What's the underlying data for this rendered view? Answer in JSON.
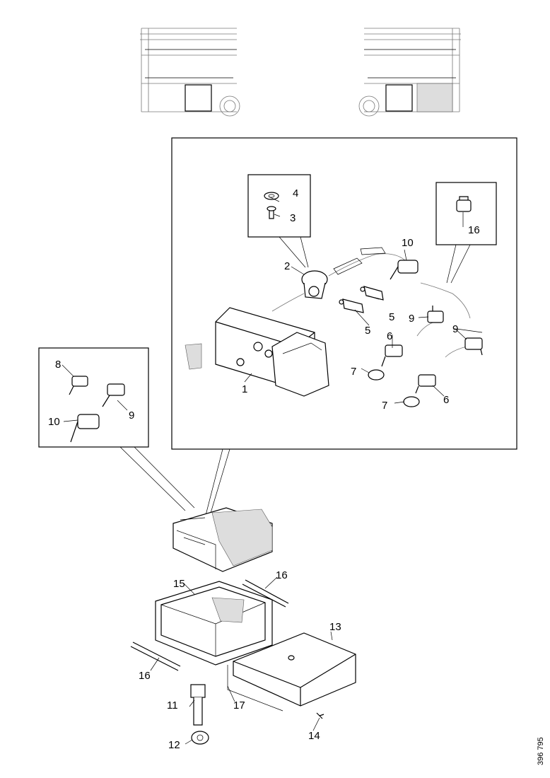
{
  "callouts": {
    "c1": "1",
    "c2": "2",
    "c3": "3",
    "c4": "4",
    "c5a": "5",
    "c5b": "5",
    "c6a": "6",
    "c6b": "6",
    "c7a": "7",
    "c7b": "7",
    "c8": "8",
    "c9a": "9",
    "c9b": "9",
    "c9c": "9",
    "c10a": "10",
    "c10b": "10",
    "c11": "11",
    "c12": "12",
    "c13": "13",
    "c14": "14",
    "c15": "15",
    "c16a": "16",
    "c16b": "16",
    "c16c": "16",
    "c17": "17"
  },
  "reference_number": "396 795"
}
